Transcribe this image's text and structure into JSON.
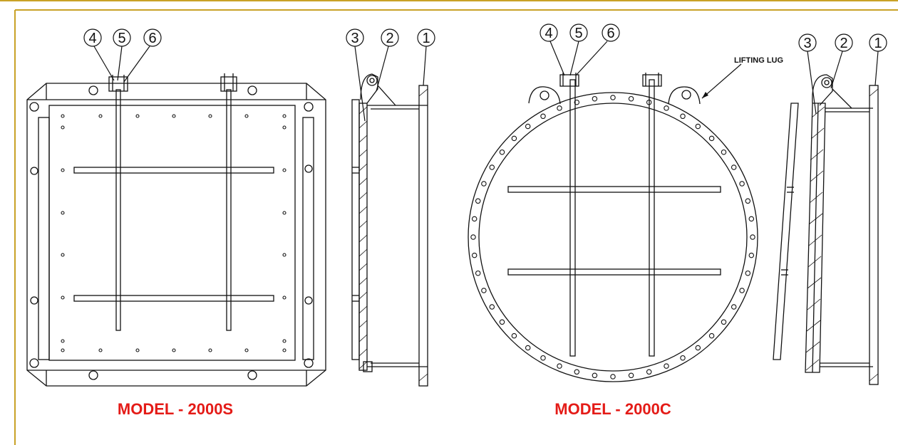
{
  "colors": {
    "border_gold": "#c9a227",
    "line": "#111111",
    "caption_red": "#e41b17"
  },
  "drawing": {
    "left_view": {
      "callouts": [
        "4",
        "5",
        "6"
      ],
      "side_callouts": [
        "3",
        "2",
        "1"
      ],
      "caption": "MODEL - 2000S"
    },
    "right_view": {
      "callouts": [
        "4",
        "5",
        "6"
      ],
      "side_callouts": [
        "3",
        "2",
        "1"
      ],
      "annotation": "LIFTING LUG",
      "caption": "MODEL - 2000C"
    }
  }
}
